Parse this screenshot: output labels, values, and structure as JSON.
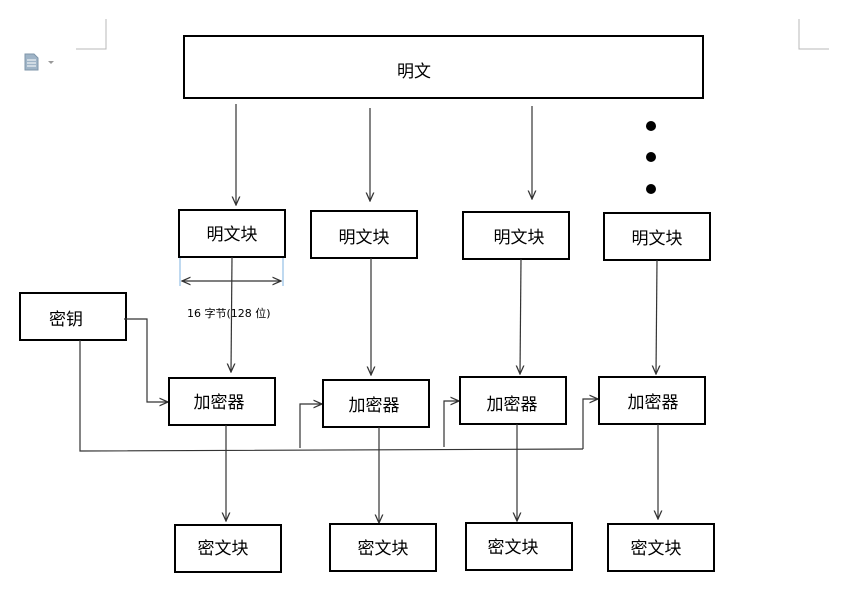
{
  "plaintext_label": "明文",
  "plaintext_blocks": [
    "明文块",
    "明文块",
    "明文块",
    "明文块"
  ],
  "key_label": "密钥",
  "encryptors": [
    "加密器",
    "加密器",
    "加密器",
    "加密器"
  ],
  "ciphertext_blocks": [
    "密文块",
    "密文块",
    "密文块",
    "密文块"
  ],
  "block_size_label": "16 字节(128 位)",
  "doc_icon": "document-icon"
}
